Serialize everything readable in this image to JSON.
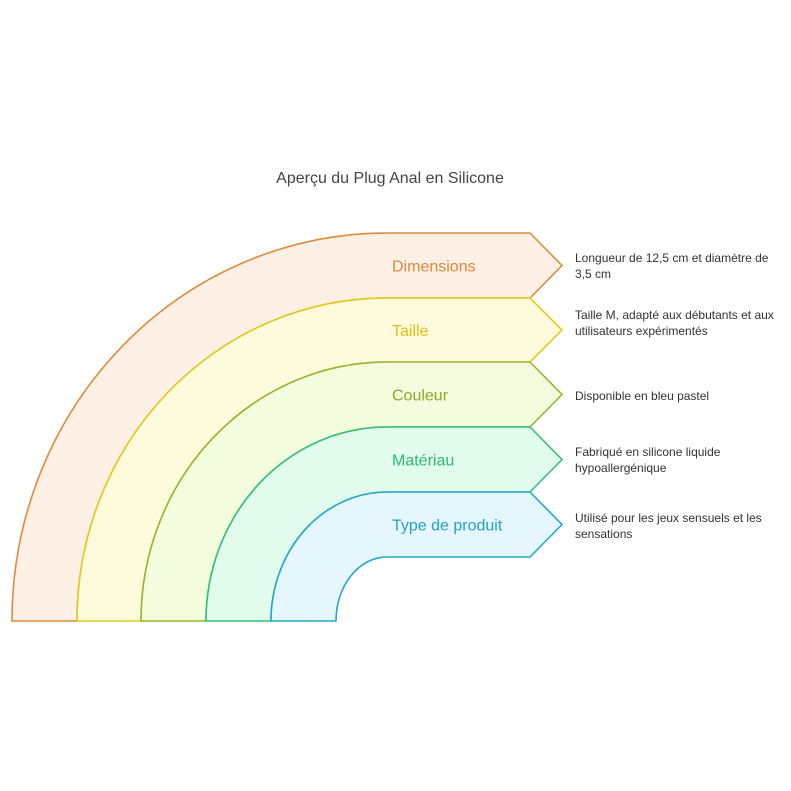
{
  "title": "Aperçu du Plug Anal en Silicone",
  "layers": [
    {
      "label": "Dimensions",
      "description": "Longueur de 12,5 cm et diamètre de 3,5 cm",
      "stroke": "#e08a3c",
      "fill": "#fef0e4",
      "text_color": "#e0873a"
    },
    {
      "label": "Taille",
      "description": "Taille M, adapté aux débutants et aux utilisateurs expérimentés",
      "stroke": "#e2cb1d",
      "fill": "#fefbdc",
      "text_color": "#d9c11a"
    },
    {
      "label": "Couleur",
      "description": "Disponible en bleu pastel",
      "stroke": "#96b531",
      "fill": "#f3fcdd",
      "text_color": "#8aaa2a"
    },
    {
      "label": "Matériau",
      "description": "Fabriqué en silicone liquide hypoallergénique",
      "stroke": "#35c07c",
      "fill": "#e1fbed",
      "text_color": "#2fb873"
    },
    {
      "label": "Type de produit",
      "description": "Utilisé pour les jeux sensuels et les sensations",
      "stroke": "#24a7cd",
      "fill": "#e5f7fd",
      "text_color": "#1fa3c9"
    }
  ]
}
